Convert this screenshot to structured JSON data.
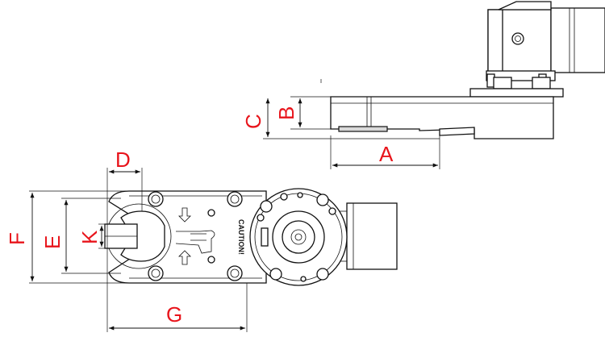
{
  "dimension_labels": {
    "a": "A",
    "b": "B",
    "c": "C",
    "d": "D",
    "e": "E",
    "f": "F",
    "g": "G",
    "k": "K"
  },
  "plate_text": "CAUTION!",
  "colors": {
    "label": "#e8141b",
    "line": "#111111",
    "background": "#ffffff"
  }
}
